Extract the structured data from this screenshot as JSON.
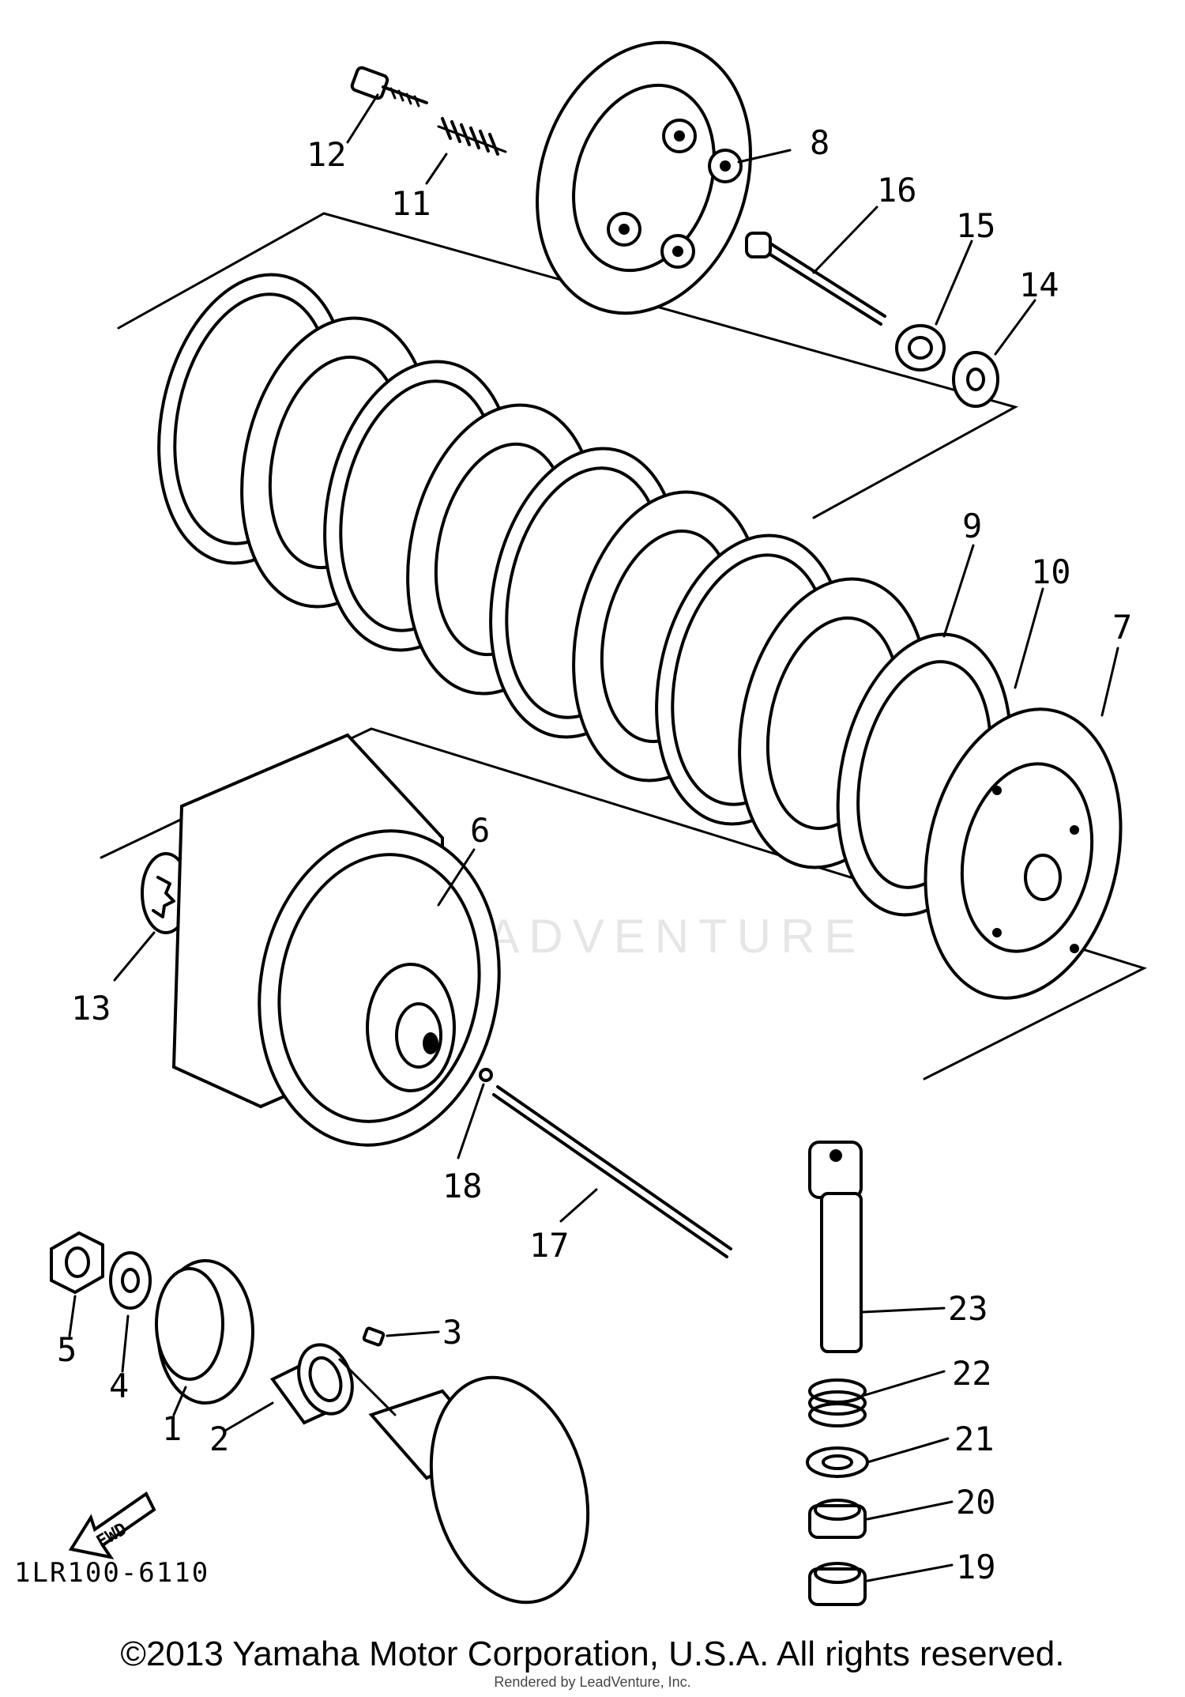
{
  "diagram_code": "1LR100-6110",
  "fwd_label": "FWD",
  "watermark": "LEADVENTURE",
  "copyright": "©2013 Yamaha Motor Corporation, U.S.A. All rights reserved.",
  "rendered_by": "Rendered by LeadVenture, Inc.",
  "parts": [
    {
      "n": "1"
    },
    {
      "n": "2"
    },
    {
      "n": "3"
    },
    {
      "n": "4"
    },
    {
      "n": "5"
    },
    {
      "n": "6"
    },
    {
      "n": "7"
    },
    {
      "n": "8"
    },
    {
      "n": "9"
    },
    {
      "n": "10"
    },
    {
      "n": "11"
    },
    {
      "n": "12"
    },
    {
      "n": "13"
    },
    {
      "n": "14"
    },
    {
      "n": "15"
    },
    {
      "n": "16"
    },
    {
      "n": "17"
    },
    {
      "n": "18"
    },
    {
      "n": "19"
    },
    {
      "n": "20"
    },
    {
      "n": "21"
    },
    {
      "n": "22"
    },
    {
      "n": "23"
    }
  ]
}
